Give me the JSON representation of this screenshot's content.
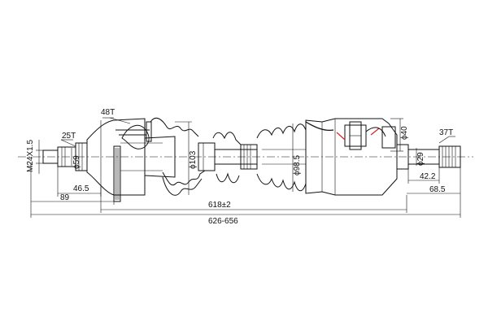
{
  "drawing": {
    "labels": {
      "thread": "M24X1.5",
      "spline_outer": "25T",
      "spline_cv": "48T",
      "spline_inner": "37T",
      "dia_59": "ϕ59",
      "dia_103": "ϕ103",
      "dia_98_5": "ϕ98.5",
      "dia_40": "ϕ40",
      "dia_29": "ϕ29",
      "len_46_5": "46.5",
      "len_89": "89",
      "len_618": "618±2",
      "len_626_656": "626-656",
      "len_42_2": "42.2",
      "len_68_5": "68.5"
    },
    "colors": {
      "line": "#111111",
      "accent": "#d22222",
      "background": "#ffffff"
    }
  }
}
